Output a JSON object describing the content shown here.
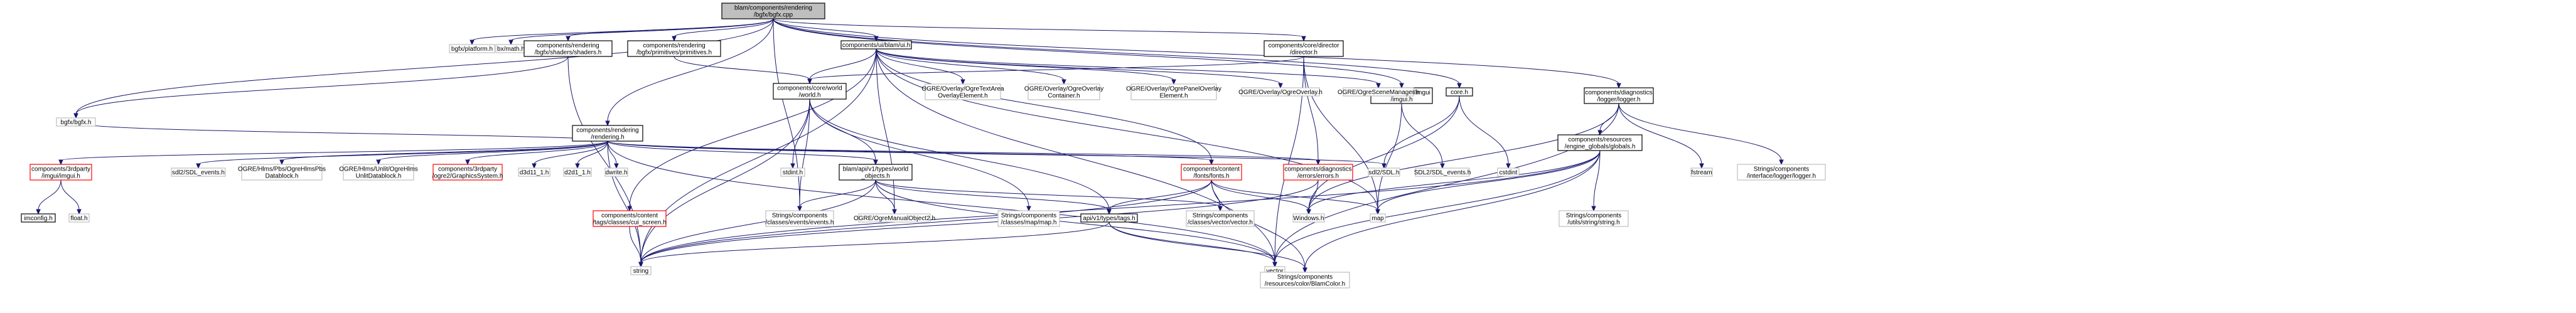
{
  "diagram": {
    "nodes": [
      {
        "id": "root",
        "lines": [
          "blam/components/rendering",
          "/bgfx/bgfx.cpp"
        ],
        "kind": "root"
      },
      {
        "id": "bgfx_h",
        "lines": [
          "bgfx/bgfx.h"
        ],
        "kind": "missing"
      },
      {
        "id": "bgfx_platform",
        "lines": [
          "bgfx/platform.h"
        ],
        "kind": "missing"
      },
      {
        "id": "bx_math",
        "lines": [
          "bx/math.h"
        ],
        "kind": "missing"
      },
      {
        "id": "shaders",
        "lines": [
          "components/rendering",
          "/bgfx/shaders/shaders.h"
        ],
        "kind": "normal"
      },
      {
        "id": "primitives",
        "lines": [
          "components/rendering",
          "/bgfx/primitives/primitives.h"
        ],
        "kind": "normal"
      },
      {
        "id": "ui_h",
        "lines": [
          "components/ui/blam/ui.h"
        ],
        "kind": "normal"
      },
      {
        "id": "director",
        "lines": [
          "components/core/director",
          "/director.h"
        ],
        "kind": "normal"
      },
      {
        "id": "imgui_ui",
        "lines": [
          "components/ui/imgui",
          "/imgui.h"
        ],
        "kind": "normal"
      },
      {
        "id": "core_h",
        "lines": [
          "core.h"
        ],
        "kind": "normal"
      },
      {
        "id": "logger",
        "lines": [
          "components/diagnostics",
          "/logger/logger.h"
        ],
        "kind": "normal"
      },
      {
        "id": "rendering_h",
        "lines": [
          "components/rendering",
          "/rendering.h"
        ],
        "kind": "normal"
      },
      {
        "id": "world",
        "lines": [
          "components/core/world",
          "/world.h"
        ],
        "kind": "normal"
      },
      {
        "id": "ogre_text",
        "lines": [
          "OGRE/Overlay/OgreTextArea",
          "OverlayElement.h"
        ],
        "kind": "missing"
      },
      {
        "id": "ogre_container",
        "lines": [
          "OGRE/Overlay/OgreOverlay",
          "Container.h"
        ],
        "kind": "missing"
      },
      {
        "id": "ogre_panel",
        "lines": [
          "OGRE/Overlay/OgrePanelOverlay",
          "Element.h"
        ],
        "kind": "missing"
      },
      {
        "id": "ogre_overlay",
        "lines": [
          "OGRE/Overlay/OgreOverlay.h"
        ],
        "kind": "missing"
      },
      {
        "id": "ogre_scene",
        "lines": [
          "OGRE/OgreSceneManager.h"
        ],
        "kind": "missing"
      },
      {
        "id": "globals",
        "lines": [
          "components/resources",
          "/engine_globals/globals.h"
        ],
        "kind": "normal"
      },
      {
        "id": "imgui3p",
        "lines": [
          "components/3rdparty",
          "/imgui/imgui.h"
        ],
        "kind": "doc"
      },
      {
        "id": "sdl_events",
        "lines": [
          "sdl2/SDL_events.h"
        ],
        "kind": "missing"
      },
      {
        "id": "hlms_pbs",
        "lines": [
          "OGRE/Hlms/Pbs/OgreHlmsPbs",
          "Datablock.h"
        ],
        "kind": "missing"
      },
      {
        "id": "hlms_unlit",
        "lines": [
          "OGRE/Hlms/Unlit/OgreHlms",
          "UnlitDatablock.h"
        ],
        "kind": "missing"
      },
      {
        "id": "ogre2",
        "lines": [
          "components/3rdparty",
          "/ogre2/GraphicsSystem.h"
        ],
        "kind": "doc"
      },
      {
        "id": "d3d11",
        "lines": [
          "d3d11_1.h"
        ],
        "kind": "missing"
      },
      {
        "id": "d2d1",
        "lines": [
          "d2d1_1.h"
        ],
        "kind": "missing"
      },
      {
        "id": "dwrite",
        "lines": [
          "dwrite.h"
        ],
        "kind": "missing"
      },
      {
        "id": "stdint",
        "lines": [
          "stdint.h"
        ],
        "kind": "missing"
      },
      {
        "id": "types_world",
        "lines": [
          "blam/api/v1/types/world",
          "_objects.h"
        ],
        "kind": "normal"
      },
      {
        "id": "fonts",
        "lines": [
          "components/content",
          "/fonts/fonts.h"
        ],
        "kind": "doc"
      },
      {
        "id": "errors",
        "lines": [
          "components/diagnostics",
          "/errors/errors.h"
        ],
        "kind": "doc"
      },
      {
        "id": "sdl2_sdl",
        "lines": [
          "sdl2/SDL.h"
        ],
        "kind": "missing"
      },
      {
        "id": "sdl_events2",
        "lines": [
          "SDL2/SDL_events.h"
        ],
        "kind": "missing"
      },
      {
        "id": "cstdint",
        "lines": [
          "cstdint"
        ],
        "kind": "missing"
      },
      {
        "id": "fstream",
        "lines": [
          "fstream"
        ],
        "kind": "missing"
      },
      {
        "id": "str_logger",
        "lines": [
          "Strings/components",
          "/interface/logger/logger.h"
        ],
        "kind": "missing"
      },
      {
        "id": "imconfig",
        "lines": [
          "imconfig.h"
        ],
        "kind": "normal"
      },
      {
        "id": "float_h",
        "lines": [
          "float.h"
        ],
        "kind": "missing"
      },
      {
        "id": "cui_screen",
        "lines": [
          "components/content",
          "/tags/classes/cui_screen.h"
        ],
        "kind": "doc"
      },
      {
        "id": "str_events",
        "lines": [
          "Strings/components",
          "/classes/events/events.h"
        ],
        "kind": "missing"
      },
      {
        "id": "ogre_manual",
        "lines": [
          "OGRE/OgreManualObject2.h"
        ],
        "kind": "missing"
      },
      {
        "id": "str_map",
        "lines": [
          "Strings/components",
          "/classes/map/map.h"
        ],
        "kind": "missing"
      },
      {
        "id": "tags",
        "lines": [
          "api/v1/types/tags.h"
        ],
        "kind": "normal"
      },
      {
        "id": "str_vector",
        "lines": [
          "Strings/components",
          "/classes/vector/vector.h"
        ],
        "kind": "missing"
      },
      {
        "id": "windows",
        "lines": [
          "Windows.h"
        ],
        "kind": "missing"
      },
      {
        "id": "map",
        "lines": [
          "map"
        ],
        "kind": "missing"
      },
      {
        "id": "str_string",
        "lines": [
          "Strings/components",
          "/utils/string/string.h"
        ],
        "kind": "missing"
      },
      {
        "id": "string",
        "lines": [
          "string"
        ],
        "kind": "missing"
      },
      {
        "id": "vector",
        "lines": [
          "vector"
        ],
        "kind": "missing"
      },
      {
        "id": "blamcolor",
        "lines": [
          "Strings/components",
          "/resources/color/BlamColor.h"
        ],
        "kind": "missing"
      }
    ],
    "edges": [
      [
        "root",
        "bgfx_h"
      ],
      [
        "root",
        "bgfx_platform"
      ],
      [
        "root",
        "bx_math"
      ],
      [
        "root",
        "shaders"
      ],
      [
        "root",
        "primitives"
      ],
      [
        "root",
        "ui_h"
      ],
      [
        "root",
        "director"
      ],
      [
        "root",
        "imgui_ui"
      ],
      [
        "root",
        "core_h"
      ],
      [
        "root",
        "logger"
      ],
      [
        "root",
        "rendering_h"
      ],
      [
        "root",
        "str_events"
      ],
      [
        "shaders",
        "bgfx_h"
      ],
      [
        "shaders",
        "string"
      ],
      [
        "primitives",
        "world"
      ],
      [
        "ui_h",
        "world"
      ],
      [
        "ui_h",
        "ogre_text"
      ],
      [
        "ui_h",
        "ogre_container"
      ],
      [
        "ui_h",
        "ogre_panel"
      ],
      [
        "ui_h",
        "ogre_overlay"
      ],
      [
        "ui_h",
        "ogre_scene"
      ],
      [
        "ui_h",
        "fonts"
      ],
      [
        "ui_h",
        "cui_screen"
      ],
      [
        "ui_h",
        "ogre_manual"
      ],
      [
        "ui_h",
        "vector"
      ],
      [
        "ui_h",
        "string"
      ],
      [
        "ui_h",
        "map"
      ],
      [
        "director",
        "world"
      ],
      [
        "director",
        "map"
      ],
      [
        "director",
        "errors"
      ],
      [
        "director",
        "vector"
      ],
      [
        "imgui_ui",
        "sdl_events2"
      ],
      [
        "imgui_ui",
        "map"
      ],
      [
        "core_h",
        "sdl2_sdl"
      ],
      [
        "core_h",
        "cstdint"
      ],
      [
        "core_h",
        "windows"
      ],
      [
        "logger",
        "globals"
      ],
      [
        "logger",
        "fstream"
      ],
      [
        "logger",
        "str_logger"
      ],
      [
        "logger",
        "windows"
      ],
      [
        "logger",
        "vector"
      ],
      [
        "rendering_h",
        "bgfx_h"
      ],
      [
        "rendering_h",
        "imgui3p"
      ],
      [
        "rendering_h",
        "sdl_events"
      ],
      [
        "rendering_h",
        "hlms_pbs"
      ],
      [
        "rendering_h",
        "hlms_unlit"
      ],
      [
        "rendering_h",
        "ogre2"
      ],
      [
        "rendering_h",
        "d3d11"
      ],
      [
        "rendering_h",
        "d2d1"
      ],
      [
        "rendering_h",
        "dwrite"
      ],
      [
        "rendering_h",
        "fonts"
      ],
      [
        "rendering_h",
        "errors"
      ],
      [
        "rendering_h",
        "sdl2_sdl"
      ],
      [
        "rendering_h",
        "string"
      ],
      [
        "rendering_h",
        "vector"
      ],
      [
        "rendering_h",
        "types_world"
      ],
      [
        "world",
        "stdint"
      ],
      [
        "world",
        "types_world"
      ],
      [
        "world",
        "str_events"
      ],
      [
        "world",
        "string"
      ],
      [
        "world",
        "str_map"
      ],
      [
        "world",
        "tags"
      ],
      [
        "imgui3p",
        "imconfig"
      ],
      [
        "imgui3p",
        "float_h"
      ],
      [
        "cui_screen",
        "string"
      ],
      [
        "types_world",
        "str_events"
      ],
      [
        "types_world",
        "ogre_manual"
      ],
      [
        "types_world",
        "tags"
      ],
      [
        "types_world",
        "str_vector"
      ],
      [
        "types_world",
        "string"
      ],
      [
        "types_world",
        "vector"
      ],
      [
        "fonts",
        "str_vector"
      ],
      [
        "fonts",
        "windows"
      ],
      [
        "fonts",
        "map"
      ],
      [
        "fonts",
        "string"
      ],
      [
        "fonts",
        "blamcolor"
      ],
      [
        "fonts",
        "tags"
      ],
      [
        "errors",
        "windows"
      ],
      [
        "errors",
        "string"
      ],
      [
        "tags",
        "string"
      ],
      [
        "tags",
        "vector"
      ],
      [
        "tags",
        "blamcolor"
      ],
      [
        "globals",
        "str_string"
      ],
      [
        "globals",
        "map"
      ],
      [
        "globals",
        "windows"
      ],
      [
        "globals",
        "vector"
      ],
      [
        "globals",
        "string"
      ],
      [
        "globals",
        "blamcolor"
      ]
    ]
  }
}
